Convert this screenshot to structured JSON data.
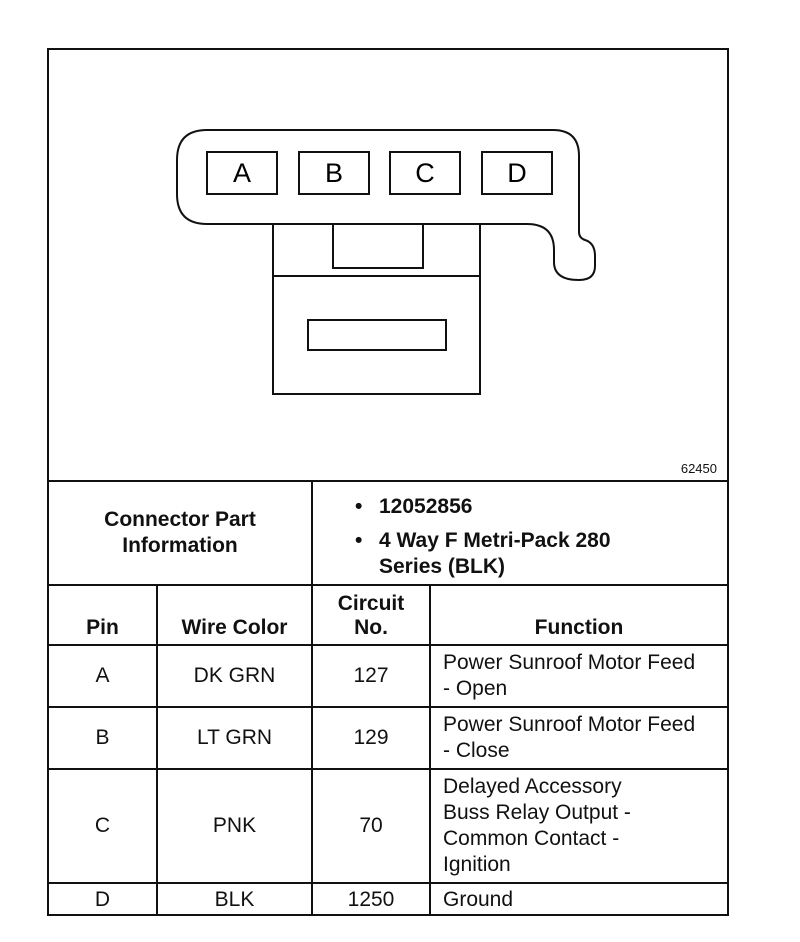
{
  "diagram": {
    "pins": [
      "A",
      "B",
      "C",
      "D"
    ],
    "figure_number": "62450"
  },
  "connector_info": {
    "heading": "Connector Part Information",
    "items": [
      "12052856",
      "4 Way F Metri-Pack 280 Series (BLK)"
    ],
    "bullet": "•"
  },
  "pin_table": {
    "headers": {
      "pin": "Pin",
      "wire_color": "Wire Color",
      "circuit": "Circuit No.",
      "function": "Function"
    },
    "rows": [
      {
        "pin": "A",
        "wire_color": "DK GRN",
        "circuit": "127",
        "function": "Power Sunroof Motor Feed - Open"
      },
      {
        "pin": "B",
        "wire_color": "LT GRN",
        "circuit": "129",
        "function": "Power Sunroof Motor Feed - Close"
      },
      {
        "pin": "C",
        "wire_color": "PNK",
        "circuit": "70",
        "function": "Delayed Accessory Buss Relay Output - Common Contact - Ignition"
      },
      {
        "pin": "D",
        "wire_color": "BLK",
        "circuit": "1250",
        "function": "Ground"
      }
    ]
  }
}
